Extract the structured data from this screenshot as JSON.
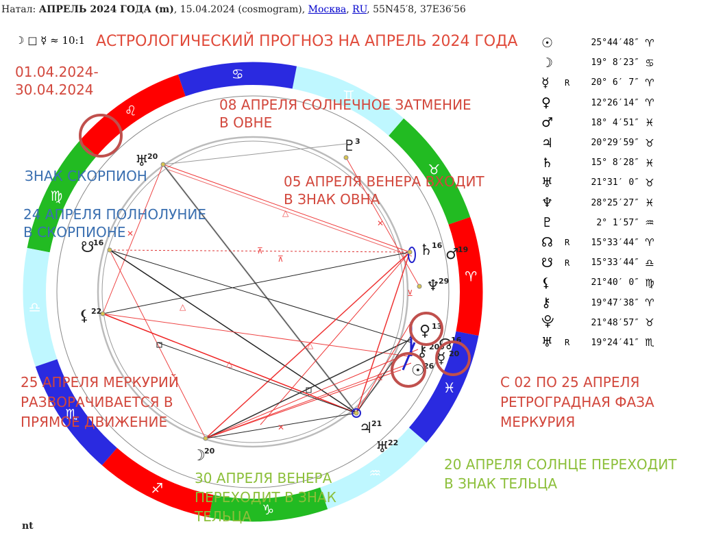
{
  "header": {
    "prefix": "Натал: ",
    "title": "АПРЕЛЬ 2024 ГОДА (m)",
    "details": ", 15.04.2024 (cosmogram), ",
    "city": "Москва",
    "sep": ", ",
    "country": "RU",
    "coords": ", 55N45′8, 37E36′56"
  },
  "aspect_line": "☽ □ ☿ ≈ 10:1",
  "main_title": "АСТРОЛОГИЧЕСКИЙ ПРОГНОЗ НА АПРЕЛЬ 2024 ГОДА",
  "notes": {
    "period_1": "01.04.2024-",
    "period_2": "30.04.2024",
    "eclipse_1": "08 АПРЕЛЯ СОЛНЕЧНОЕ ЗАТМЕНИЕ",
    "eclipse_2": "В ОВНЕ",
    "scorpio": "ЗНАК СКОРПИОН",
    "venus_aries_1": "05 АПРЕЛЯ  ВЕНЕРА ВХОДИТ",
    "venus_aries_2": "В ЗНАК ОВНА",
    "fullmoon_1": "24 АПРЕЛЯ ПОЛНОЛУНИЕ",
    "fullmoon_2": "В СКОРПИОНЕ",
    "mercury_direct_1": "25  АПРЕЛЯ МЕРКУРИЙ",
    "mercury_direct_2": "РАЗВОРАЧИВАЕТСЯ В",
    "mercury_direct_3": "ПРЯМОЕ ДВИЖЕНИЕ",
    "retro_1": "С 02 ПО 25 АПРЕЛЯ",
    "retro_2": "РЕТРОГРАДНАЯ ФАЗА",
    "retro_3": "МЕРКУРИЯ",
    "sun_taurus_1": "20 АПРЕЛЯ СОЛНЦЕ ПЕРЕХОДИТ",
    "sun_taurus_2": "В ЗНАК ТЕЛЬЦА",
    "venus_taurus_1": "30 АПРЕЛЯ ВЕНЕРА",
    "venus_taurus_2": "ПЕРЕХОДИТ В ЗНАК",
    "venus_taurus_3": "ТЕЛЬЦА"
  },
  "positions": [
    {
      "glyph": "☉",
      "r": "",
      "value": "25°44′48″",
      "sign": "♈"
    },
    {
      "glyph": "☽",
      "r": "",
      "value": "19° 8′23″",
      "sign": "♋"
    },
    {
      "glyph": "☿",
      "r": "R",
      "value": "20° 6′ 7″",
      "sign": "♈"
    },
    {
      "glyph": "♀",
      "r": "",
      "value": "12°26′14″",
      "sign": "♈"
    },
    {
      "glyph": "♂",
      "r": "",
      "value": "18° 4′51″",
      "sign": "♓"
    },
    {
      "glyph": "♃",
      "r": "",
      "value": "20°29′59″",
      "sign": "♉"
    },
    {
      "glyph": "♄",
      "r": "",
      "value": "15° 8′28″",
      "sign": "♓"
    },
    {
      "glyph": "♅",
      "r": "",
      "value": "21°31′ 0″",
      "sign": "♉"
    },
    {
      "glyph": "♆",
      "r": "",
      "value": "28°25′27″",
      "sign": "♓"
    },
    {
      "glyph": "♇",
      "r": "",
      "value": "2° 1′57″",
      "sign": "♒"
    },
    {
      "glyph": "☊",
      "r": "R",
      "value": "15°33′44″",
      "sign": "♈"
    },
    {
      "glyph": "☋",
      "r": "R",
      "value": "15°33′44″",
      "sign": "♎"
    },
    {
      "glyph": "⚸",
      "r": "",
      "value": "21°40′ 0″",
      "sign": "♍"
    },
    {
      "glyph": "⚷",
      "r": "",
      "value": "19°47′38″",
      "sign": "♈"
    },
    {
      "glyph": "⯓",
      "r": "",
      "value": "21°48′57″",
      "sign": "♉"
    },
    {
      "glyph": "♅",
      "r": "R",
      "value": "19°24′41″",
      "sign": "♏"
    }
  ],
  "zodiac": [
    {
      "sign": "♈",
      "color": "#ff0000"
    },
    {
      "sign": "♉",
      "color": "#22bb22"
    },
    {
      "sign": "♊",
      "color": "#bff7ff"
    },
    {
      "sign": "♋",
      "color": "#2a2ae0"
    },
    {
      "sign": "♌",
      "color": "#ff0000"
    },
    {
      "sign": "♍",
      "color": "#22bb22"
    },
    {
      "sign": "♎",
      "color": "#bff7ff"
    },
    {
      "sign": "♏",
      "color": "#2a2ae0"
    },
    {
      "sign": "♐",
      "color": "#ff0000"
    },
    {
      "sign": "♑",
      "color": "#22bb22"
    },
    {
      "sign": "♒",
      "color": "#bff7ff"
    },
    {
      "sign": "♓",
      "color": "#2a2ae0"
    }
  ],
  "planets": [
    {
      "glyph": "♄",
      "deg": "16"
    },
    {
      "glyph": "♂",
      "deg": "19"
    },
    {
      "glyph": "♆",
      "deg": "29"
    },
    {
      "glyph": "♀",
      "deg": "13"
    },
    {
      "glyph": "☊",
      "deg": "16"
    },
    {
      "glyph": "⚷",
      "deg": "20"
    },
    {
      "glyph": "☿",
      "deg": "20"
    },
    {
      "glyph": "☉",
      "deg": "26"
    },
    {
      "glyph": "♃",
      "deg": "21"
    },
    {
      "glyph": "♅",
      "deg": "22"
    },
    {
      "glyph": "☽",
      "deg": "20"
    },
    {
      "glyph": "⚸",
      "deg": "22"
    },
    {
      "glyph": "☋",
      "deg": "16"
    },
    {
      "glyph": "♅",
      "deg": "20"
    },
    {
      "glyph": "♇",
      "deg": "3"
    }
  ],
  "footer": "nt"
}
